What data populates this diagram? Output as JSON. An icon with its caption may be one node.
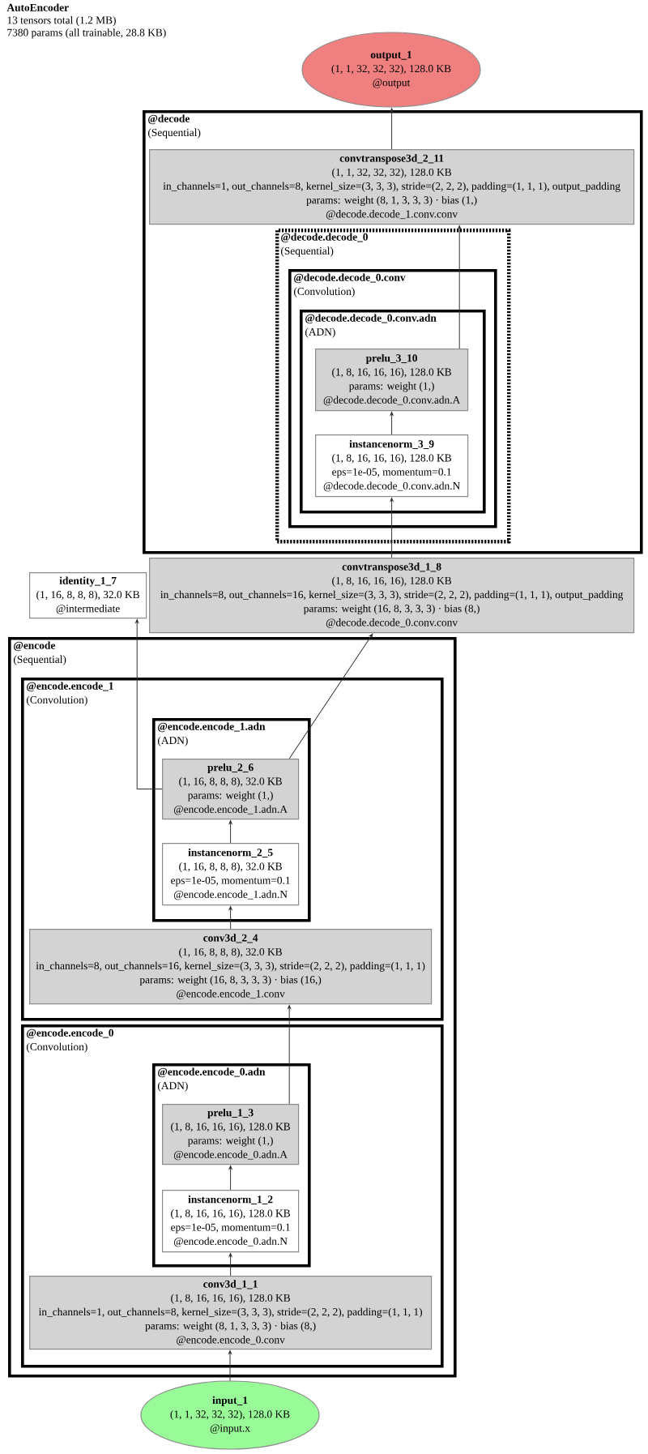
{
  "diagram": {
    "title": "AutoEncoder",
    "nodes": [
      {
        "text": [
          "output_1",
          "(1, 1, 32, 32, 32), 128.0 KB",
          "@output"
        ]
      },
      {
        "text": [
          "@decode",
          "(Sequential)"
        ]
      },
      {
        "text": [
          "convtranspose3d_2_11",
          "(1, 1, 32, 32, 32), 128.0 KB",
          "in_channels=1, out_channels=8, kernel_size=(3, 3, 3), stride=(2, 2, 2), padding=(1, 1, 1), output_padding",
          "params: weight (8, 1, 3, 3, 3) · bias (1,)",
          "@decode.decode_1.conv.conv"
        ],
        "in": 1
      },
      {
        "text": [
          "@decode.decode_0",
          "(Sequential)"
        ],
        "in": 1
      },
      {
        "text": [
          "@decode.decode_0.conv",
          "(Convolution)"
        ],
        "in": 3
      },
      {
        "text": [
          "@decode.decode_0.conv.adn",
          "(ADN)"
        ],
        "in": 4
      },
      {
        "text": [
          "prelu_3_10",
          "(1, 8, 16, 16, 16), 128.0 KB",
          "params: weight (1,)",
          "@decode.decode_0.conv.adn.A"
        ],
        "in": 5
      },
      {
        "text": [
          "instancenorm_3_9",
          "(1, 8, 16, 16, 16), 128.0 KB",
          "eps=1e-05, momentum=0.1",
          "@decode.decode_0.conv.adn.N"
        ],
        "in": 5
      },
      {
        "text": [
          "identity_1_7",
          "(1, 16, 8, 8, 8), 32.0 KB",
          "@intermediate"
        ]
      },
      {
        "text": [
          "convtranspose3d_1_8",
          "(1, 8, 16, 16, 16), 128.0 KB",
          "in_channels=8, out_channels=16, kernel_size=(3, 3, 3), stride=(2, 2, 2), padding=(1, 1, 1), output_padding",
          "params: weight (16, 8, 3, 3, 3) · bias (8,)",
          "@decode.decode_0.conv.conv"
        ]
      },
      {
        "text": [
          "@encode",
          "(Sequential)"
        ]
      },
      {
        "text": [
          "@encode.encode_1",
          "(Convolution)"
        ],
        "in": 10
      },
      {
        "text": [
          "@encode.encode_1.adn",
          "(ADN)"
        ],
        "in": 11
      },
      {
        "text": [
          "prelu_2_6",
          "(1, 16, 8, 8, 8), 32.0 KB",
          "params: weight (1,)",
          "@encode.encode_1.adn.A"
        ],
        "in": 12
      },
      {
        "text": [
          "instancenorm_2_5",
          "(1, 16, 8, 8, 8), 32.0 KB",
          "eps=1e-05, momentum=0.1",
          "@encode.encode_1.adn.N"
        ],
        "in": 12
      },
      {
        "text": [
          "conv3d_2_4",
          "(1, 16, 8, 8, 8), 32.0 KB",
          "in_channels=8, out_channels=16, kernel_size=(3, 3, 3), stride=(2, 2, 2), padding=(1, 1, 1)",
          "params: weight (16, 8, 3, 3, 3) · bias (16,)",
          "@encode.encode_1.conv"
        ],
        "in": 11
      },
      {
        "text": [
          "@encode.encode_0",
          "(Convolution)"
        ],
        "in": 10
      },
      {
        "text": [
          "@encode.encode_0.adn",
          "(ADN)"
        ],
        "in": 16
      },
      {
        "text": [
          "prelu_1_3",
          "(1, 8, 16, 16, 16), 128.0 KB",
          "params: weight (1,)",
          "@encode.encode_0.adn.A"
        ],
        "in": 17
      },
      {
        "text": [
          "instancenorm_1_2",
          "(1, 8, 16, 16, 16), 128.0 KB",
          "eps=1e-05, momentum=0.1",
          "@encode.encode_0.adn.N"
        ],
        "in": 17
      },
      {
        "text": [
          "conv3d_1_1",
          "(1, 8, 16, 16, 16), 128.0 KB",
          "in_channels=1, out_channels=8, kernel_size=(3, 3, 3), stride=(2, 2, 2), padding=(1, 1, 1)",
          "params: weight (8, 1, 3, 3, 3) · bias (8,)",
          "@encode.encode_0.conv"
        ],
        "in": 16
      },
      {
        "text": [
          "input_1",
          "(1, 1, 32, 32, 32), 128.0 KB",
          "@input.x"
        ]
      }
    ],
    "edges": [
      {
        "from": 21,
        "to": 20,
        "arrow": "to"
      },
      {
        "from": 20,
        "to": 19,
        "arrow": "to"
      },
      {
        "from": 19,
        "to": 18,
        "arrow": "to"
      },
      {
        "from": 18,
        "to": 15,
        "arrow": "to"
      },
      {
        "from": 15,
        "to": 14,
        "arrow": "to"
      },
      {
        "from": 14,
        "to": 13,
        "arrow": "to"
      },
      {
        "from": 13,
        "to": 8,
        "arrow": "to"
      },
      {
        "from": 13,
        "to": 9,
        "arrow": "to"
      },
      {
        "from": 9,
        "to": 7,
        "arrow": "to"
      },
      {
        "from": 7,
        "to": 6,
        "arrow": "to"
      },
      {
        "from": 6,
        "to": 2,
        "arrow": "to"
      },
      {
        "from": 2,
        "to": 0,
        "arrow": "to"
      }
    ],
    "labels": [
      "13 tensors total (1.2 MB)",
      "7380 params (all trainable, 28.8 KB)"
    ]
  }
}
